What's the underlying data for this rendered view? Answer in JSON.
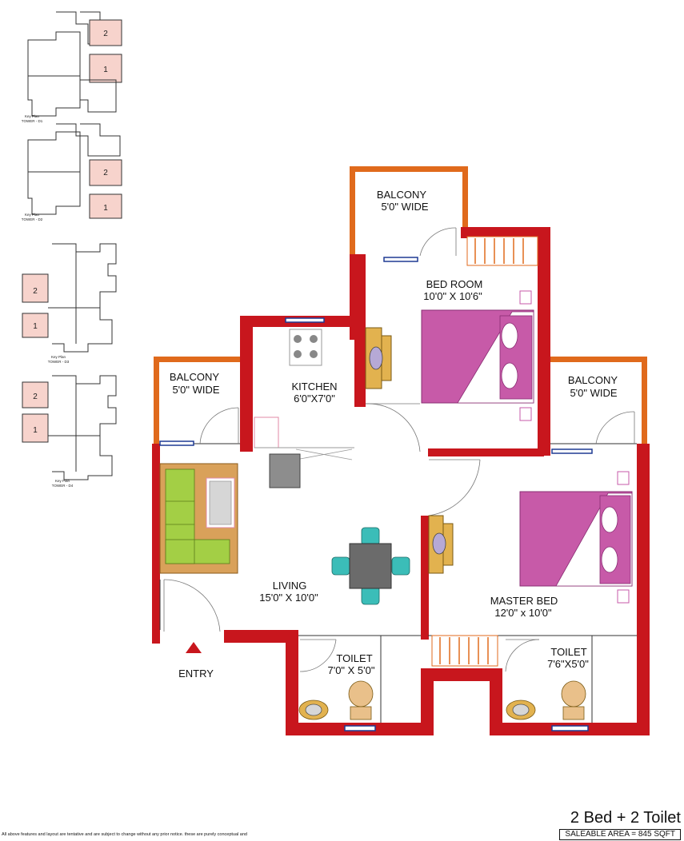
{
  "rooms": {
    "balcony_top": {
      "name": "BALCONY",
      "size": "5'0\" WIDE"
    },
    "bed_room": {
      "name": "BED ROOM",
      "size": "10'0\" X 10'6\""
    },
    "balcony_left": {
      "name": "BALCONY",
      "size": "5'0\" WIDE"
    },
    "kitchen": {
      "name": "KITCHEN",
      "size": "6'0\"X7'0\""
    },
    "balcony_right": {
      "name": "BALCONY",
      "size": "5'0\" WIDE"
    },
    "living": {
      "name": "LIVING",
      "size": "15'0\" X 10'0\""
    },
    "master_bed": {
      "name": "MASTER BED",
      "size": "12'0\" x 10'0\""
    },
    "toilet_1": {
      "name": "TOILET",
      "size": "7'0\" X 5'0\""
    },
    "toilet_2": {
      "name": "TOILET",
      "size": "7'6\"X5'0\""
    }
  },
  "entry_label": "ENTRY",
  "key_plans": [
    {
      "caption": "Key Plan",
      "tower": "TOWER - D1",
      "units": [
        "2",
        "1"
      ]
    },
    {
      "caption": "Key Plan",
      "tower": "TOWER - D2",
      "units": [
        "2",
        "1"
      ]
    },
    {
      "caption": "Key Plan",
      "tower": "TOWER - D3",
      "units": [
        "2",
        "1"
      ]
    },
    {
      "caption": "Key Plan",
      "tower": "TOWER - D4",
      "units": [
        "2",
        "1"
      ]
    }
  ],
  "unit_type": "2 Bed + 2 Toilet",
  "saleable_area": "SALEABLE AREA = 845 SQFT",
  "disclaimer": "All above features and layout are tentative and are subject to change without any prior notice. these are purely conceptual and",
  "colors": {
    "wall": "#c8161d",
    "balcony_wall": "#e06a1c",
    "bed": "#c75aa8",
    "sofa": "#a3cf45",
    "chair": "#3bbdb8",
    "table": "#6b6b6b",
    "window": "#1f3a93"
  }
}
